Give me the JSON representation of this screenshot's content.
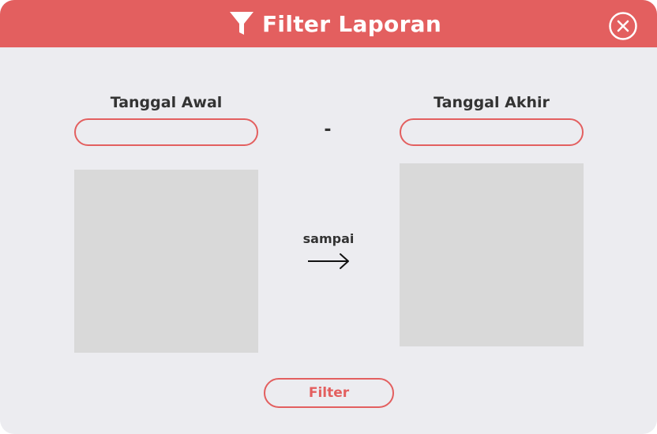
{
  "header": {
    "title": "Filter Laporan",
    "title_icon": "funnel-icon",
    "close_icon": "close-circle-icon"
  },
  "start_date": {
    "label": "Tanggal Awal",
    "value": "",
    "placeholder": ""
  },
  "separator": "-",
  "end_date": {
    "label": "Tanggal Akhir",
    "value": "",
    "placeholder": ""
  },
  "range_text": "sampai",
  "range_icon": "arrow-right-icon",
  "filter_button": {
    "label": "Filter"
  },
  "colors": {
    "accent": "#e35f5f",
    "background": "#ececf0",
    "placeholder_panel": "#d9d9d9",
    "text": "#333333"
  }
}
